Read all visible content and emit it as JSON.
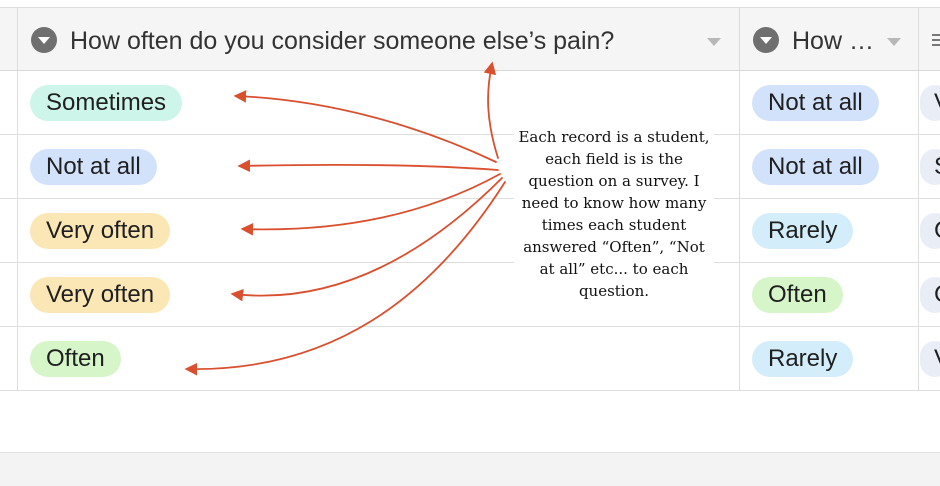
{
  "fields": [
    {
      "title": "How often do you consider someone else’s pain?"
    },
    {
      "title": "How …"
    }
  ],
  "rows": [
    {
      "col1": "Sometimes",
      "col1_color": "#cdf5e9",
      "col2": "Not at all",
      "col2_color": "#d3e2fb",
      "col3_peek": "V"
    },
    {
      "col1": "Not at all",
      "col1_color": "#d3e2fb",
      "col2": "Not at all",
      "col2_color": "#d3e2fb",
      "col3_peek": "S"
    },
    {
      "col1": "Very often",
      "col1_color": "#fbe7b5",
      "col2": "Rarely",
      "col2_color": "#d3eefa",
      "col3_peek": "C"
    },
    {
      "col1": "Very often",
      "col1_color": "#fbe7b5",
      "col2": "Often",
      "col2_color": "#d6f5c9",
      "col3_peek": "C"
    },
    {
      "col1": "Often",
      "col1_color": "#d6f5c9",
      "col2": "Rarely",
      "col2_color": "#d3eefa",
      "col3_peek": "V"
    }
  ],
  "annotation": {
    "text": "Each record is a student, each field is is the question on a survey. I need to know how many times each student answered “Often”, “Not at all” etc... to each question.",
    "arrow_color": "#d9502f"
  },
  "icons": {
    "field_type": "single-select-icon",
    "field_menu": "chevron-down-icon",
    "next_field": "lines-icon"
  }
}
